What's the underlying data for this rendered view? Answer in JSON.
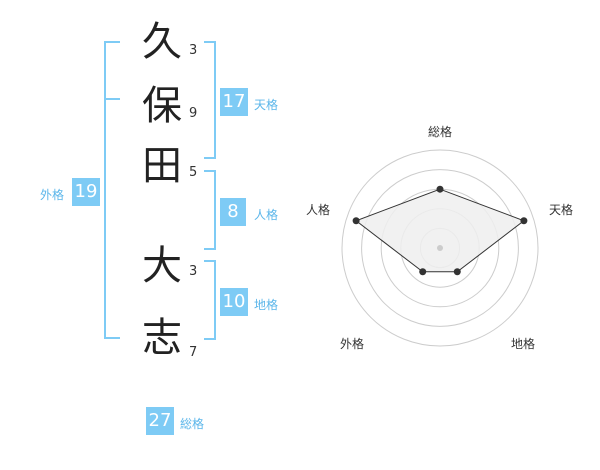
{
  "name": {
    "chars": [
      {
        "char": "久",
        "strokes": "3"
      },
      {
        "char": "保",
        "strokes": "9"
      },
      {
        "char": "田",
        "strokes": "5"
      },
      {
        "char": "大",
        "strokes": "3"
      },
      {
        "char": "志",
        "strokes": "7"
      }
    ]
  },
  "fortunes": {
    "tenkaku": {
      "value": "17",
      "label": "天格"
    },
    "jinkaku": {
      "value": "8",
      "label": "人格"
    },
    "chikaku": {
      "value": "10",
      "label": "地格"
    },
    "gaikaku": {
      "value": "19",
      "label": "外格"
    },
    "soukaku": {
      "value": "27",
      "label": "総格"
    }
  },
  "radar": {
    "axes": [
      "総格",
      "天格",
      "地格",
      "外格",
      "人格"
    ],
    "levels": 5,
    "values": [
      0.6,
      0.9,
      0.3,
      0.3,
      0.9
    ],
    "fill_color": "#eeeeee",
    "line_color": "#333333",
    "ring_color": "#cccccc"
  }
}
